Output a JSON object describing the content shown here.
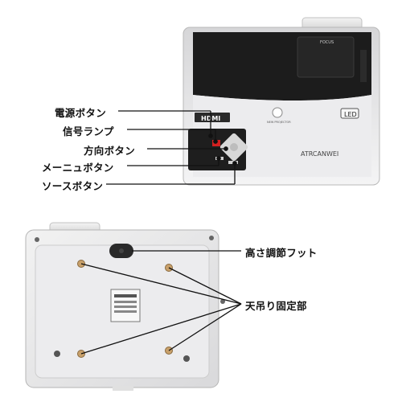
{
  "top_view": {
    "callouts": [
      {
        "id": "power",
        "label": "電源ボタン"
      },
      {
        "id": "signal",
        "label": "信号ランプ"
      },
      {
        "id": "direction",
        "label": "方向ボタン"
      },
      {
        "id": "menu",
        "label": "メーニュボタン"
      },
      {
        "id": "source",
        "label": "ソースボタン"
      }
    ],
    "device_text": {
      "focus": "FOCUS",
      "hdmi": "HDMI",
      "projector": "NEW PROJECTOR",
      "led": "LED",
      "brand": "ATRCANWEI"
    }
  },
  "bottom_view": {
    "callouts": [
      {
        "id": "foot",
        "label": "高さ調節フット"
      },
      {
        "id": "mount",
        "label": "天吊り固定部"
      }
    ]
  },
  "colors": {
    "body": "#e9e9eb",
    "panel": "#1a1a1a",
    "indicator": "#d22020",
    "line": "#111111"
  }
}
